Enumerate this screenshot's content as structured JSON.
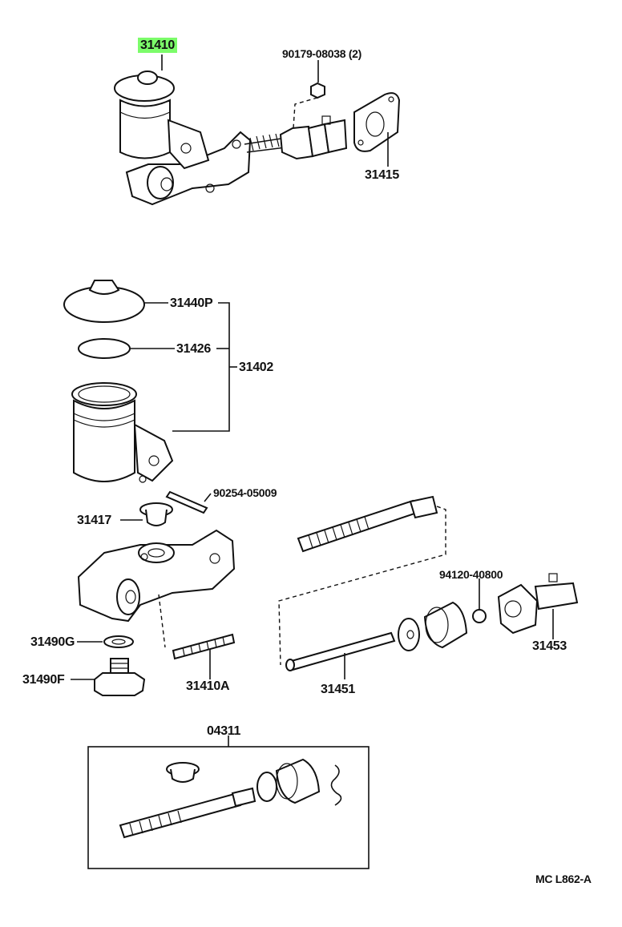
{
  "labels": {
    "p31410": "31410",
    "p90179": "90179-08038 (2)",
    "p31415": "31415",
    "p31440P": "31440P",
    "p31426": "31426",
    "p31402": "31402",
    "p90254": "90254-05009",
    "p31417": "31417",
    "p94120": "94120-40800",
    "p31490G": "31490G",
    "p31490F": "31490F",
    "p31410A": "31410A",
    "p31451": "31451",
    "p31453": "31453",
    "p04311": "04311",
    "code": "MC L862-A"
  },
  "highlight_color": "#7CFC6A"
}
